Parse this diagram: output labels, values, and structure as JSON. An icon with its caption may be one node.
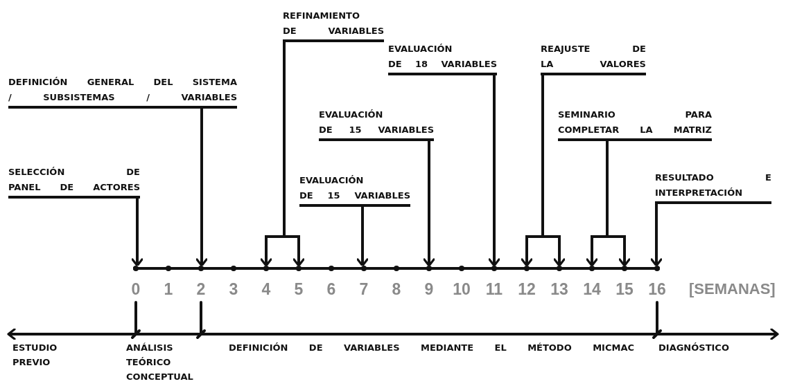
{
  "diagram": {
    "nodes": [
      {
        "text": [
          "SELECCIÓN DE PANEL DE ACTORES"
        ]
      },
      {
        "text": [
          "DEFINICIÓN GENERAL DEL SISTEMA / SUBSISTEMAS / VARIABLES"
        ]
      },
      {
        "text": [
          "REFINAMIENTO DE VARIABLES"
        ]
      },
      {
        "text": [
          "EVALUACIÓN DE 15 VARIABLES"
        ]
      },
      {
        "text": [
          "EVALUACIÓN DE 15 VARIABLES"
        ]
      },
      {
        "text": [
          "EVALUACIÓN DE 18 VARIABLES"
        ]
      },
      {
        "text": [
          "REAJUSTE DE LA VALORES"
        ]
      },
      {
        "text": [
          "SEMINARIO PARA COMPLETAR LA MATRIZ"
        ]
      },
      {
        "text": [
          "RESULTADO E INTERPRETACIÓN"
        ]
      },
      {
        "text": [],
        "shape": "bar"
      },
      {
        "text": [],
        "shape": "circle",
        "in": 9
      },
      {
        "text": [],
        "shape": "circle",
        "in": 9
      },
      {
        "text": [],
        "shape": "circle",
        "in": 9
      },
      {
        "text": [],
        "shape": "circle",
        "in": 9
      },
      {
        "text": [],
        "shape": "circle",
        "in": 9
      },
      {
        "text": [],
        "shape": "circle",
        "in": 9
      },
      {
        "text": [],
        "shape": "circle",
        "in": 9
      },
      {
        "text": [],
        "shape": "circle",
        "in": 9
      },
      {
        "text": [],
        "shape": "circle",
        "in": 9
      },
      {
        "text": [],
        "shape": "circle",
        "in": 9
      },
      {
        "text": [],
        "shape": "circle",
        "in": 9
      },
      {
        "text": [],
        "shape": "circle",
        "in": 9
      },
      {
        "text": [],
        "shape": "circle",
        "in": 9
      },
      {
        "text": [],
        "shape": "circle",
        "in": 9
      },
      {
        "text": [],
        "shape": "circle",
        "in": 9
      },
      {
        "text": [],
        "shape": "circle",
        "in": 9
      },
      {
        "text": [],
        "shape": "circle",
        "in": 9
      }
    ],
    "edges": [
      {
        "from": 0,
        "to": 10,
        "arrow": "to"
      },
      {
        "from": 1,
        "to": 12,
        "arrow": "to"
      },
      {
        "from": 2,
        "to": 14,
        "arrow": "to"
      },
      {
        "from": 2,
        "to": 15,
        "arrow": "to"
      },
      {
        "from": 3,
        "to": 17,
        "arrow": "to"
      },
      {
        "from": 4,
        "to": 19,
        "arrow": "to"
      },
      {
        "from": 5,
        "to": 21,
        "arrow": "to"
      },
      {
        "from": 6,
        "to": 22,
        "arrow": "to"
      },
      {
        "from": 6,
        "to": 23,
        "arrow": "to"
      },
      {
        "from": 7,
        "to": 24,
        "arrow": "to"
      },
      {
        "from": 7,
        "to": 25,
        "arrow": "to"
      },
      {
        "from": 8,
        "to": 26,
        "arrow": "to"
      }
    ],
    "labels": [
      "0",
      "1",
      "2",
      "3",
      "4",
      "5",
      "6",
      "7",
      "8",
      "9",
      "10",
      "11",
      "12",
      "13",
      "14",
      "15",
      "16",
      "[SEMANAS]",
      "ESTUDIO PREVIO",
      "ANÁLISIS TEÓRICO CONCEPTUAL",
      "DEFINICIÓN DE VARIABLES MEDIANTE EL MÉTODO MICMAC",
      "DIAGNÓSTICO"
    ]
  }
}
